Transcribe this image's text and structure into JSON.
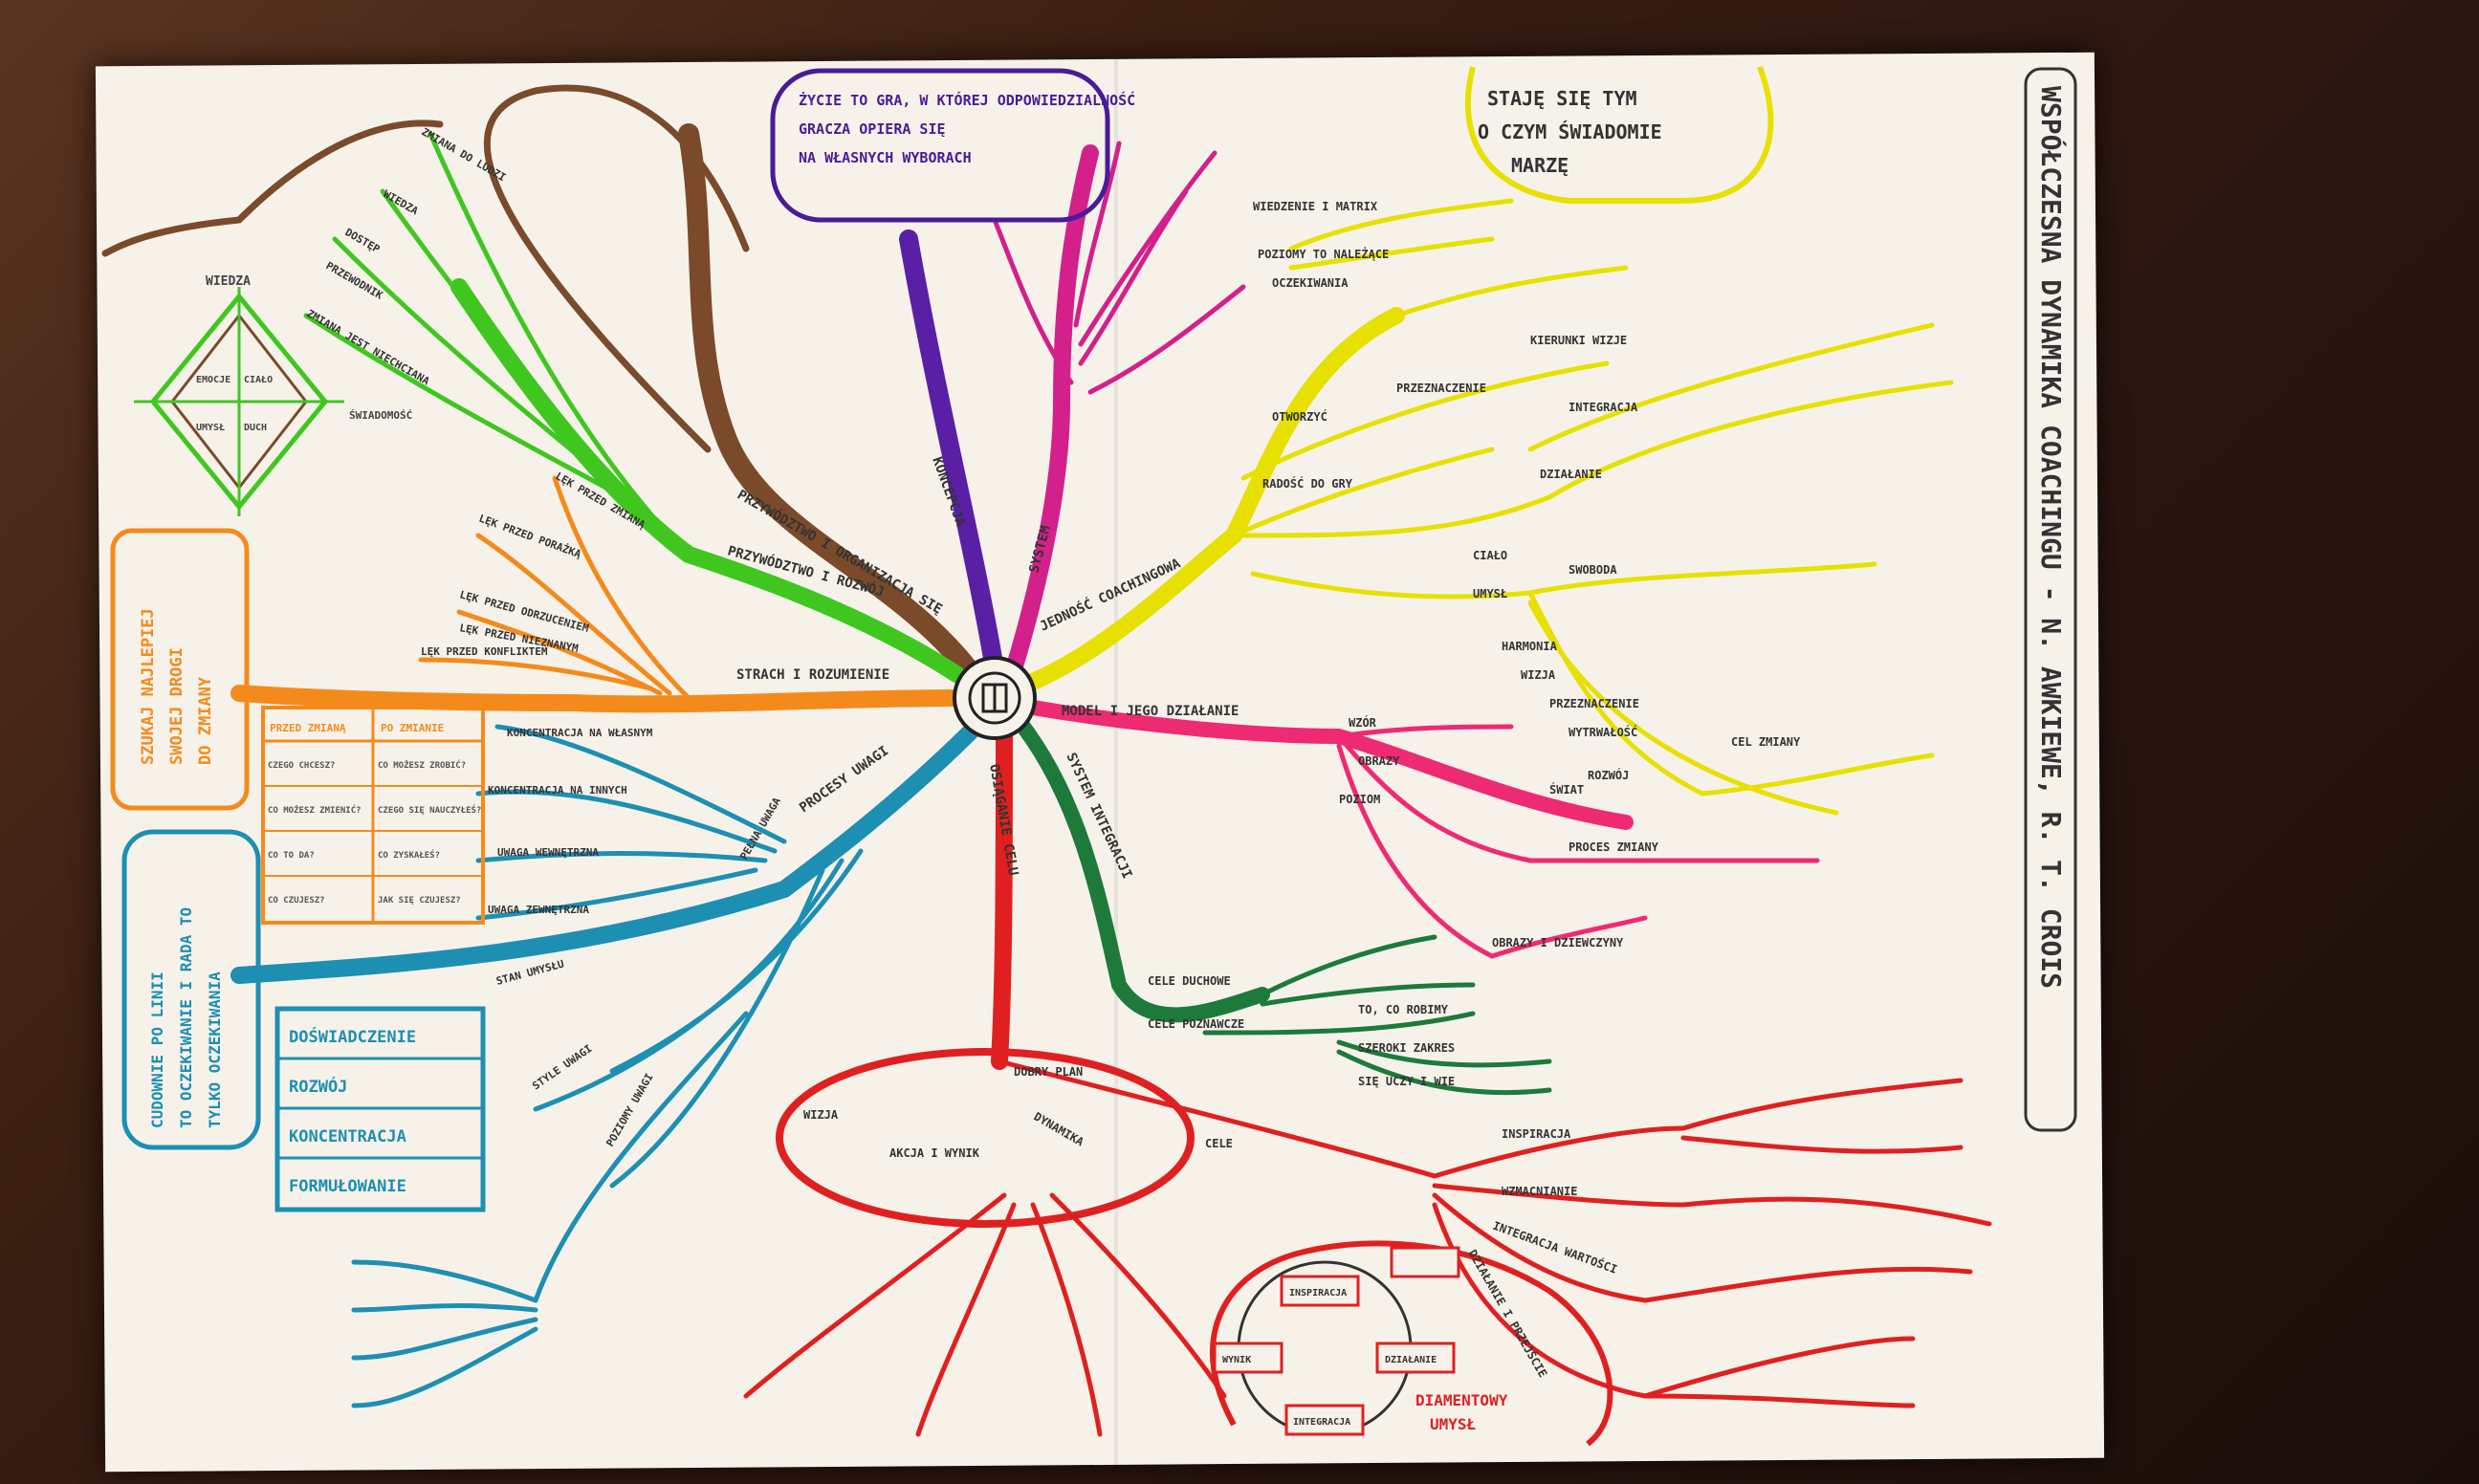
{
  "title": "WSPÓŁCZESNA DYNAMIKA COACHINGU - N. AWKIEWE, R. T. CROIS",
  "center_symbol": "coach-symbol",
  "callouts": {
    "purple": [
      "ŻYCIE TO GRA, W KTÓREJ ODPOWIEDZIALNOŚĆ",
      "GRACZA OPIERA SIĘ",
      "NA WŁASNYCH WYBORACH"
    ],
    "yellow": [
      "STAJĘ SIĘ TYM",
      "O CZYM ŚWIADOMIE",
      "MARZĘ"
    ],
    "orange": [
      "SZUKAJ NAJLEPIEJ",
      "SWOJEJ DROGI",
      "DO ZMIANY"
    ],
    "blue": [
      "CUDOWNIE PO LINII",
      "TO OCZEKIWANIE I RADA TO",
      "TYLKO OCZEKIWANIA"
    ]
  },
  "branches": {
    "brown": {
      "label": "PRZYWÓDZTWO I ORGANIZACJA SIĘ",
      "color": "#7a4a2a"
    },
    "purple": {
      "label": "KONCEPCJA",
      "color": "#5b1fa6"
    },
    "magenta": {
      "label": "SYSTEM",
      "color": "#d3208a"
    },
    "yellow": {
      "label": "JEDNOŚĆ COACHINGOWA",
      "color": "#e8e000",
      "items": [
        "WIEDZENIE I MATRIX",
        "POZIOMY TO NALEŻĄCE",
        "OCZEKIWANIA",
        "OTWORZYĆ",
        "PRZEZNACZENIE",
        "KIERUNKI WIZJE",
        "RADOŚĆ DO GRY",
        "INTEGRACJA",
        "CIAŁO",
        "UMYSŁ",
        "SWOBODA",
        "HARMONIA",
        "WIZJA",
        "PRZEZNACZENIE",
        "WYTRWAŁOŚĆ",
        "CEL ZMIANY",
        "ROZWÓJ",
        "DZIAŁANIE"
      ]
    },
    "pink": {
      "label": "MODEL I JEGO DZIAŁANIE",
      "color": "#ee2a72",
      "items": [
        "WZÓR",
        "OBRAZY",
        "POZIOM",
        "ŚWIAT",
        "OBRAZY I DZIEWCZYNY",
        "PROCES ZMIANY"
      ]
    },
    "dark-green": {
      "label": "SYSTEM INTEGRACJI",
      "color": "#1d7a3a",
      "items": [
        "CELE DUCHOWE",
        "CELE POZNAWCZE",
        "TO, CO ROBIMY",
        "SZEROKI ZAKRES",
        "SIĘ UCZY I WIE"
      ]
    },
    "green": {
      "label": "PRZYWÓDZTWO I ROZWÓJ",
      "color": "#3fc720",
      "items": [
        "ZMIANA DO LUDZI",
        "WIEDZA",
        "DOSTĘP",
        "PRZEWODNIK",
        "ZMIANA JEST NIECHCIANA"
      ]
    },
    "orange": {
      "label": "STRACH I ROZUMIENIE",
      "color": "#f58a1c",
      "items": [
        "LĘK PRZED ZMIANĄ",
        "LĘK PRZED PORAŻKĄ",
        "LĘK PRZED ODRZUCENIEM",
        "LĘK PRZED NIEZNANYM",
        "LĘK PRZED KONFLIKTEM"
      ]
    },
    "teal": {
      "label": "PROCESY UWAGI",
      "color": "#1d8fb3",
      "items": [
        "KONCENTRACJA NA WŁASNYM",
        "KONCENTRACJA NA INNYCH",
        "UWAGA WEWNĘTRZNA",
        "UWAGA ZEWNĘTRZNA",
        "STAN UMYSŁU",
        "STYLE UWAGI",
        "POZIOMY UWAGI",
        "PEŁNA UWAGA"
      ]
    },
    "red": {
      "label": "OSIĄGANIE CELU",
      "color": "#e02020",
      "items": [
        "DOBRY PLAN",
        "DYNAMIKA",
        "WIZJA",
        "AKCJA I WYNIK",
        "CELE",
        "INSPIRACJA",
        "WZMACNIANIE",
        "INTEGRACJA WARTOŚCI",
        "DZIAŁANIE I PRZEJŚCIE",
        "DIAMENTOWY UMYSŁ"
      ]
    }
  },
  "tables": {
    "orange_table": {
      "headers": [
        "PRZED ZMIANĄ",
        "PO ZMIANIE"
      ],
      "rows": [
        [
          "CZEGO CHCESZ?",
          "CO MOŻESZ ZROBIĆ?"
        ],
        [
          "CO MOŻESZ ZMIENIĆ?",
          "CZEGO SIĘ NAUCZYŁEŚ?"
        ],
        [
          "CO TO DA?",
          "CO ZYSKAŁEŚ?"
        ],
        [
          "CO CZUJESZ?",
          "JAK SIĘ CZUJESZ?"
        ]
      ]
    },
    "blue_list": [
      "DOŚWIADCZENIE",
      "ROZWÓJ",
      "KONCENTRACJA",
      "FORMUŁOWANIE"
    ]
  },
  "diamond": {
    "top": "WIEDZA",
    "right": "ŚWIADOMOŚĆ",
    "cells": [
      "EMOCJE",
      "CIAŁO",
      "UMYSŁ",
      "DUCH"
    ]
  },
  "cycle": [
    "INSPIRACJA",
    "DZIAŁANIE",
    "INTEGRACJA",
    "WYNIK"
  ],
  "cycle_label": [
    "DIAMENTOWY",
    "UMYSŁ"
  ],
  "colors": {
    "paper": "#f6f2ea"
  }
}
